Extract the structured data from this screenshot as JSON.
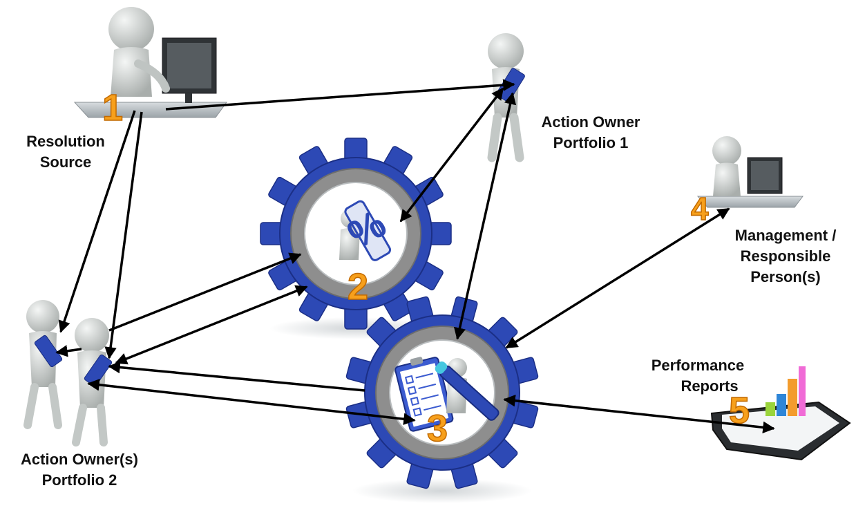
{
  "nodes": {
    "resolution_source": {
      "number": "1",
      "label_lines": [
        "Resolution",
        "Source"
      ]
    },
    "gear_2": {
      "number": "2",
      "symbol": "%"
    },
    "gear_3": {
      "number": "3"
    },
    "management": {
      "number": "4",
      "label_lines": [
        "Management /",
        "Responsible",
        "Person(s)"
      ]
    },
    "performance_reports": {
      "number": "5",
      "label_lines": [
        "Performance",
        "Reports"
      ]
    },
    "action_owner_1": {
      "label_lines": [
        "Action Owner",
        "Portfolio 1"
      ]
    },
    "action_owner_2": {
      "label_lines": [
        "Action Owner(s)",
        "Portfolio 2"
      ]
    }
  },
  "colors": {
    "number_fill": "#f7a01c",
    "gear_blue": "#2d49b5",
    "gear_ring": "#8e8e8e",
    "figure": "#cfd3d2",
    "arrow": "#000000"
  }
}
